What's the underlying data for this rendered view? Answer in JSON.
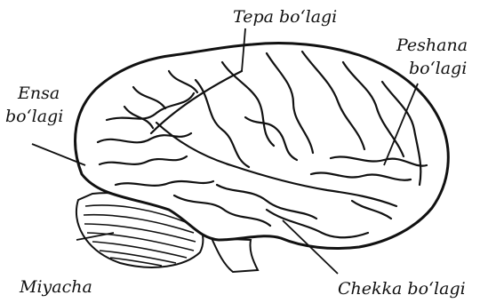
{
  "labels": {
    "tepa": "Tepa bo‘lagi",
    "peshana_line1": "Peshana",
    "peshana_line2": "bo‘lagi",
    "ensa_line1": "Ensa",
    "ensa_line2": "bo‘lagi",
    "miyacha": "Miyacha",
    "chekka": "Chekka bo‘lagi"
  },
  "colors": {
    "ink": "#111111",
    "paper": "#ffffff"
  }
}
